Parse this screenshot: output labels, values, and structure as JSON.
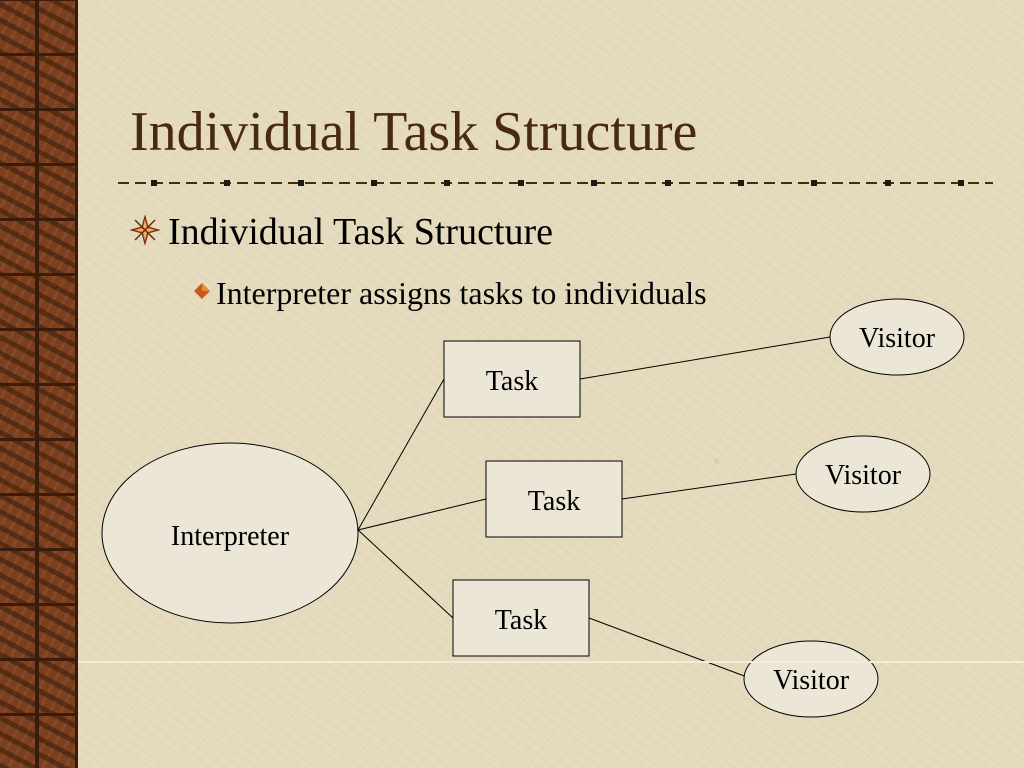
{
  "slide": {
    "title": "Individual Task Structure",
    "bullet_level1": "Individual Task Structure",
    "bullet_level2": "Interpreter assigns tasks to individuals"
  },
  "diagram": {
    "root": "Interpreter",
    "tasks": [
      "Task",
      "Task",
      "Task"
    ],
    "visitors": [
      "Visitor",
      "Visitor",
      "Visitor"
    ]
  },
  "icons": {
    "level1_bullet": "compass-star-icon",
    "level2_bullet": "diamond-icon"
  },
  "colors": {
    "background": "#e5dcbf",
    "side_bar": "#7a3f1e",
    "title": "#4a2a0e",
    "shape_fill": "#ece6d7",
    "bullet_accent": "#c8581e"
  }
}
